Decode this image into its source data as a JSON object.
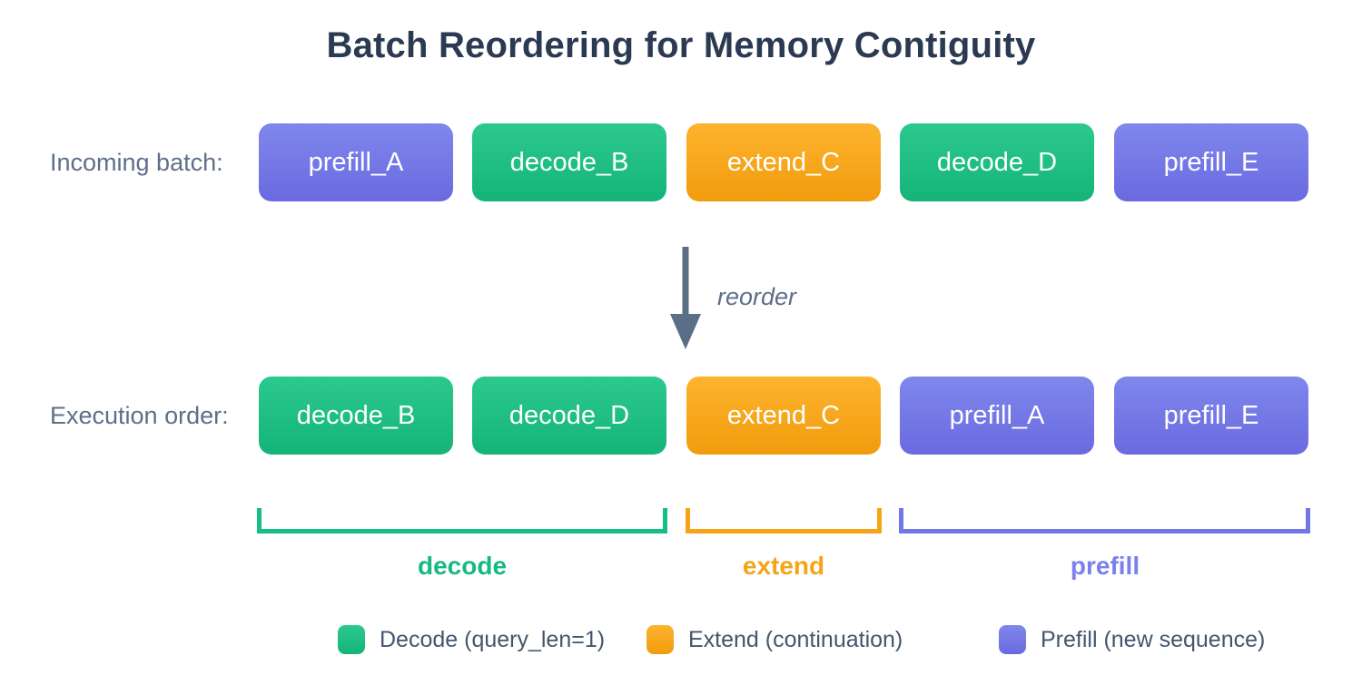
{
  "title": "Batch Reordering for Memory Contiguity",
  "colors": {
    "decode": "#1abc87",
    "extend": "#f5a417",
    "prefill": "#7276e8",
    "title_text": "#2b3a52",
    "label_text": "#5e6f8a",
    "legend_text": "#44566e",
    "arrow": "#5a6e87"
  },
  "incoming": {
    "label": "Incoming batch:",
    "items": [
      {
        "name": "prefill_A",
        "type": "prefill"
      },
      {
        "name": "decode_B",
        "type": "decode"
      },
      {
        "name": "extend_C",
        "type": "extend"
      },
      {
        "name": "decode_D",
        "type": "decode"
      },
      {
        "name": "prefill_E",
        "type": "prefill"
      }
    ]
  },
  "arrow_label": "reorder",
  "execution": {
    "label": "Execution order:",
    "items": [
      {
        "name": "decode_B",
        "type": "decode"
      },
      {
        "name": "decode_D",
        "type": "decode"
      },
      {
        "name": "extend_C",
        "type": "extend"
      },
      {
        "name": "prefill_A",
        "type": "prefill"
      },
      {
        "name": "prefill_E",
        "type": "prefill"
      }
    ]
  },
  "groups": [
    {
      "label": "decode",
      "type": "decode",
      "boxes_spanned": 2
    },
    {
      "label": "extend",
      "type": "extend",
      "boxes_spanned": 1
    },
    {
      "label": "prefill",
      "type": "prefill",
      "boxes_spanned": 2
    }
  ],
  "legend": [
    {
      "label": "Decode (query_len=1)",
      "type": "decode"
    },
    {
      "label": "Extend (continuation)",
      "type": "extend"
    },
    {
      "label": "Prefill (new sequence)",
      "type": "prefill"
    }
  ]
}
